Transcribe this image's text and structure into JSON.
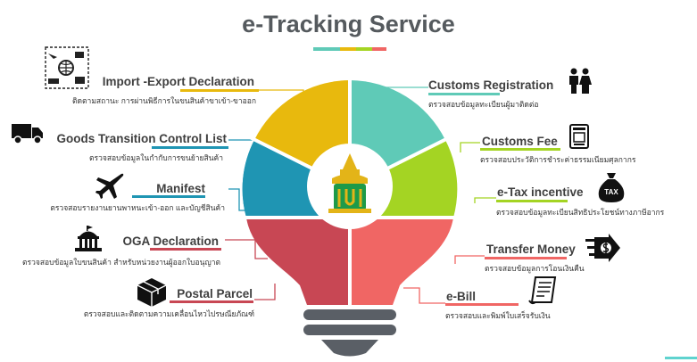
{
  "title": "e-Tracking Service",
  "colors": {
    "yellow": "#e8b90d",
    "teal": "#5fcab7",
    "blue": "#1f95b3",
    "green": "#a4d423",
    "red": "#c84754",
    "salmon": "#f06664",
    "base": "#5a5f66"
  },
  "left_items": [
    {
      "label": "Import -Export Declaration",
      "desc": "ติดตามสถานะ การผ่านพิธีการในขนสินค้าขาเข้า-ขาออก",
      "icon": "import-export-icon"
    },
    {
      "label": "Goods Transition Control List",
      "desc": "ตรวจสอบข้อมูลในกำกับการขนย้ายสินค้า",
      "icon": "truck-icon"
    },
    {
      "label": "Manifest",
      "desc": "ตรวจสอบรายงานยานพาหนะเข้า-ออก และบัญชีสินค้า",
      "icon": "airplane-icon"
    },
    {
      "label": "OGA Declaration",
      "desc": "ตรวจสอบข้อมูลใบขนสินค้า สำหรับหน่วยงานผู้ออกใบอนุญาต",
      "icon": "government-building-icon"
    },
    {
      "label": "Postal Parcel",
      "desc": "ตรวจสอบและติดตามความเคลื่อนไหวไปรษณียภัณฑ์",
      "icon": "parcel-box-icon"
    }
  ],
  "right_items": [
    {
      "label": "Customs Registration",
      "desc": "ตรวจสอบข้อมูลทะเบียนผู้มาติดต่อ",
      "icon": "people-icon"
    },
    {
      "label": "Customs Fee",
      "desc": "ตรวจสอบประวัติการชำระค่าธรรมเนียมศุลกากร",
      "icon": "invoice-icon"
    },
    {
      "label": "e-Tax incentive",
      "desc": "ตรวจสอบข้อมูลทะเบียนสิทธิประโยชน์ทางภาษีอากร",
      "icon": "tax-bag-icon",
      "icon_text": "TAX"
    },
    {
      "label": "Transfer Money",
      "desc": "ตรวจสอบข้อมูลการโอนเงินคืน",
      "icon": "money-transfer-icon"
    },
    {
      "label": "e-Bill",
      "desc": "ตรวจสอบและพิมพ์ใบเสร็จรับเงิน",
      "icon": "receipt-icon"
    }
  ],
  "center_emblem": "customs-emblem-icon"
}
